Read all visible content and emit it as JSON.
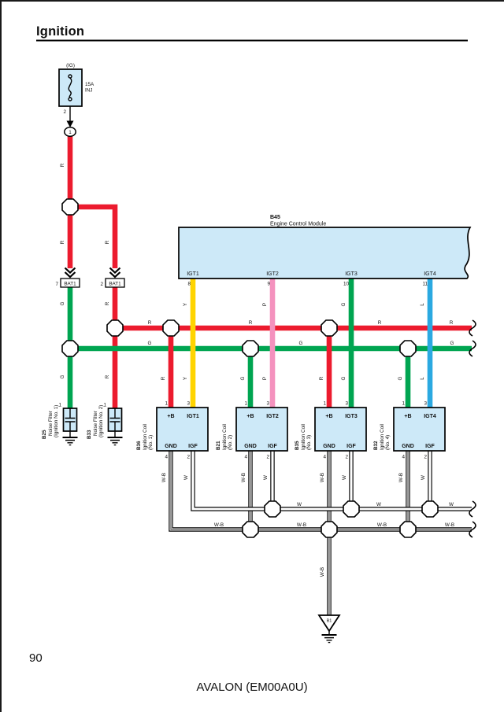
{
  "page": {
    "title": "Ignition",
    "number": "90",
    "footer": "AVALON (EM00A0U)"
  },
  "colors": {
    "red": "#EC1B2E",
    "green": "#00A551",
    "yellow": "#FFD400",
    "pink": "#F492BE",
    "blue": "#2BA9E1",
    "fill": "#CDE9F8"
  },
  "wires": {
    "r": "R",
    "g": "G",
    "y": "Y",
    "p": "P",
    "l": "L",
    "w": "W",
    "wb": "W-B"
  },
  "fuse": {
    "name": "(IG)",
    "rating": "15A",
    "circuit": "INJ",
    "pin": "2",
    "node": "1"
  },
  "bat1": {
    "label": "BAT1",
    "pin_left": "7",
    "pin_right": "2"
  },
  "ecm": {
    "id": "B45",
    "name": "Engine Control Module",
    "terminals": [
      {
        "label": "IGT1",
        "pin": "8"
      },
      {
        "label": "IGT2",
        "pin": "9"
      },
      {
        "label": "IGT3",
        "pin": "10"
      },
      {
        "label": "IGT4",
        "pin": "11"
      }
    ]
  },
  "coils": [
    {
      "id": "B36",
      "name": "Ignition Coil",
      "no": "(No. 1)",
      "igt": "IGT1"
    },
    {
      "id": "B21",
      "name": "Ignition Coil",
      "no": "(No. 2)",
      "igt": "IGT2"
    },
    {
      "id": "B35",
      "name": "Ignition Coil",
      "no": "(No. 3)",
      "igt": "IGT3"
    },
    {
      "id": "B32",
      "name": "Ignition Coil",
      "no": "(No. 4)",
      "igt": "IGT4"
    }
  ],
  "coil_pins": {
    "plus_b": "+B",
    "gnd": "GND",
    "igf": "IGF",
    "pin1": "1",
    "pin3": "3",
    "pin4": "4",
    "pin2": "2"
  },
  "filters": [
    {
      "id": "B25",
      "name": "Noise Filter",
      "no": "(Ignition No. 1)",
      "pin": "1"
    },
    {
      "id": "B33",
      "name": "Noise Filter",
      "no": "(Ignition No. 2)",
      "pin": "1"
    }
  ],
  "ground": {
    "id": "B1"
  }
}
